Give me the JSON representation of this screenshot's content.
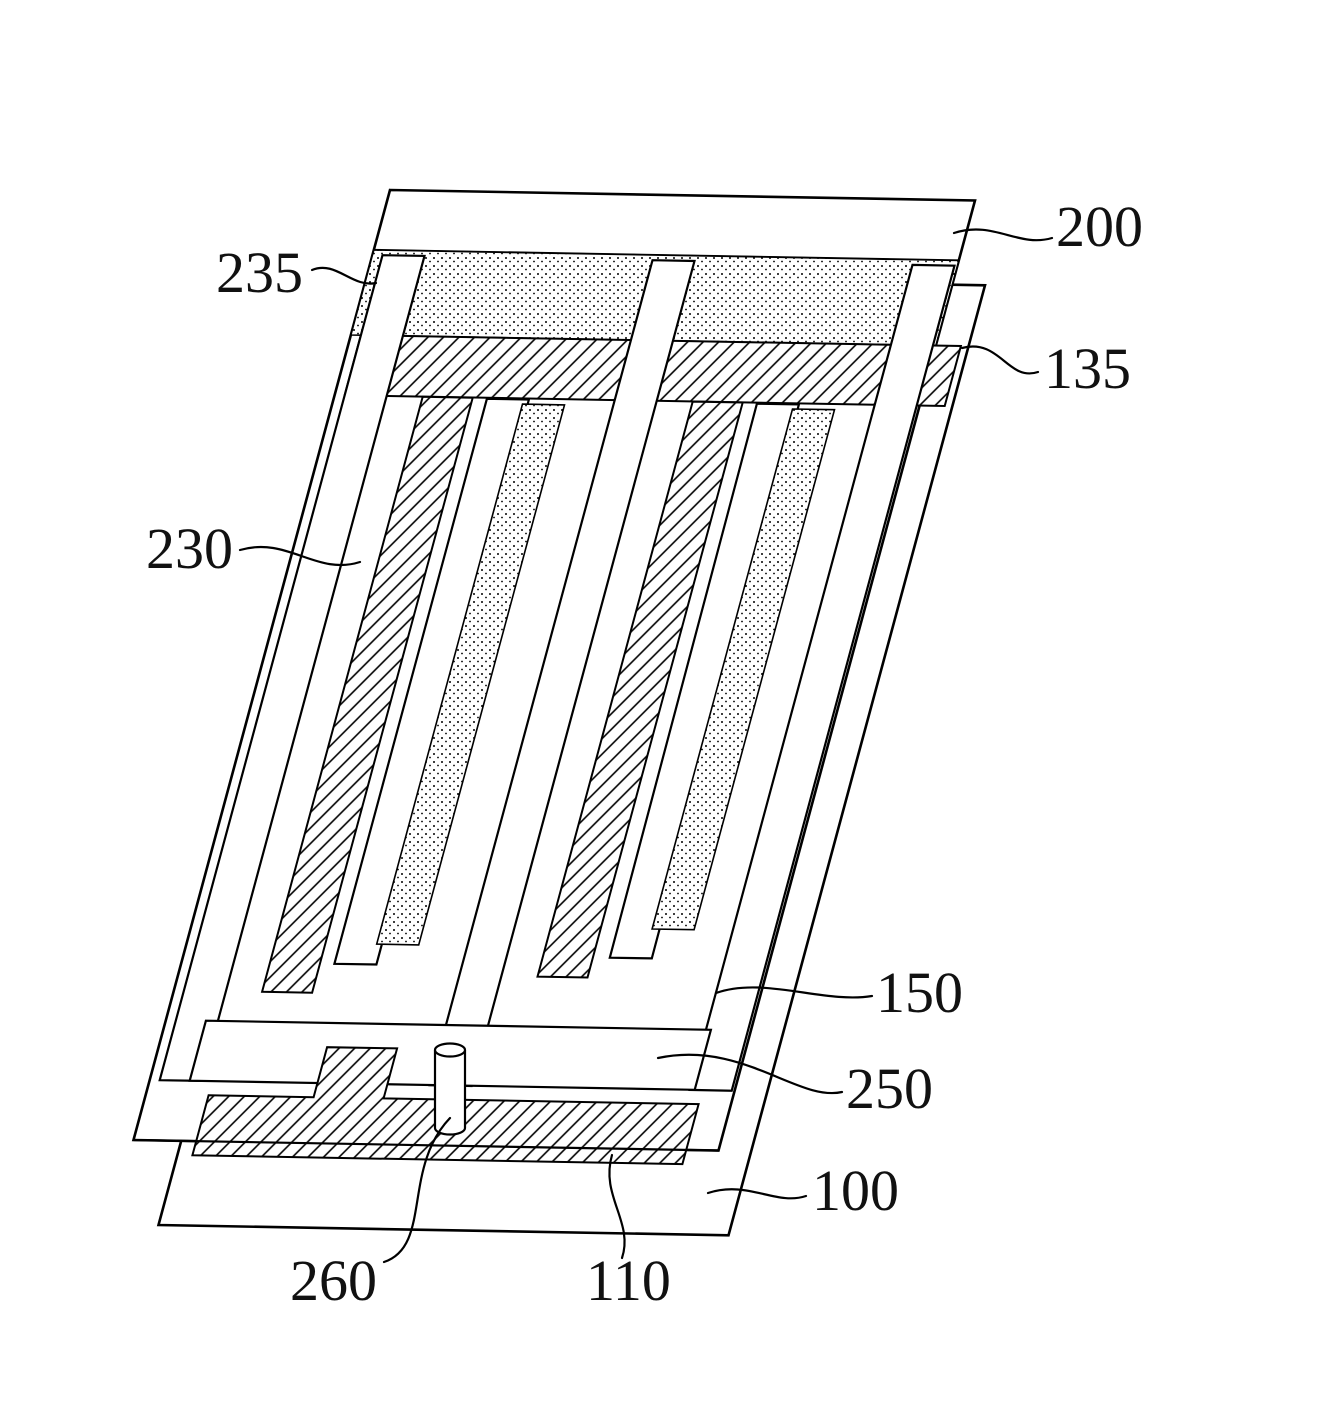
{
  "figure": {
    "type": "patent-style-exploded-diagram",
    "background_color": "#ffffff",
    "line_color": "#000000",
    "reference_numerals": {
      "top_substrate": "200",
      "upper_stippled_layer": "235",
      "upper_hatched_layer": "135",
      "left_rail_electrode": "230",
      "lower_finger_electrode": "150",
      "lower_bus_bar": "250",
      "bottom_substrate": "100",
      "spacer_pillar": "260",
      "bottom_electrode_layer": "110"
    }
  }
}
